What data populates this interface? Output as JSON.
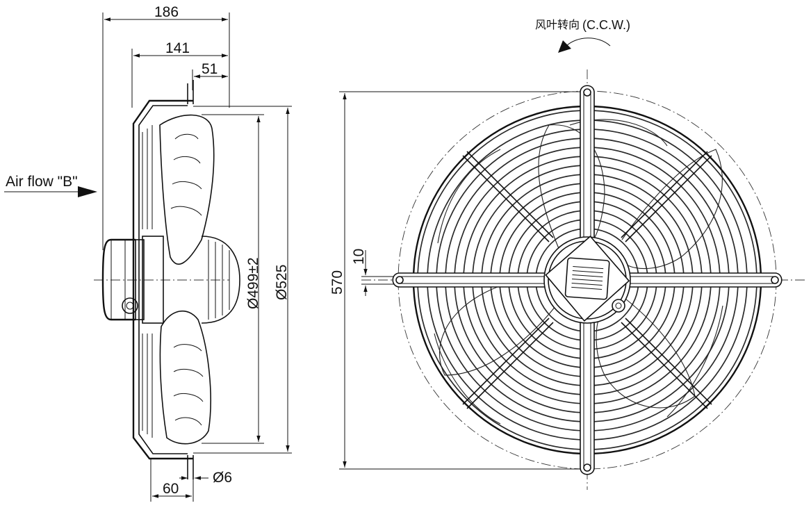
{
  "side_view": {
    "overall_depth": "186",
    "guard_to_mount": "141",
    "flange_offset": "51",
    "blade_diameter": "Ø499±2",
    "guard_diameter": "Ø525",
    "bolt_hole": "Ø6",
    "foot_width": "60",
    "airflow_label": "Air flow \"B\""
  },
  "front_view": {
    "rotation_label_cn": "风叶转向",
    "rotation_label_en": "(C.C.W.)",
    "mount_height": "570",
    "mount_bar_width": "10"
  }
}
